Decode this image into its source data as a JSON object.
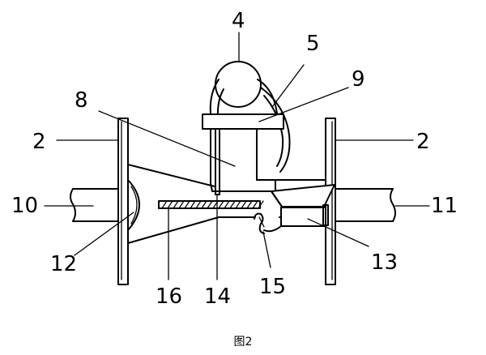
{
  "figure": {
    "caption": "图2",
    "labels": {
      "l4": "4",
      "l5": "5",
      "l9": "9",
      "l8": "8",
      "l2_left": "2",
      "l2_right": "2",
      "l10": "10",
      "l11": "11",
      "l12": "12",
      "l13": "13",
      "l16": "16",
      "l14": "14",
      "l15": "15"
    }
  }
}
